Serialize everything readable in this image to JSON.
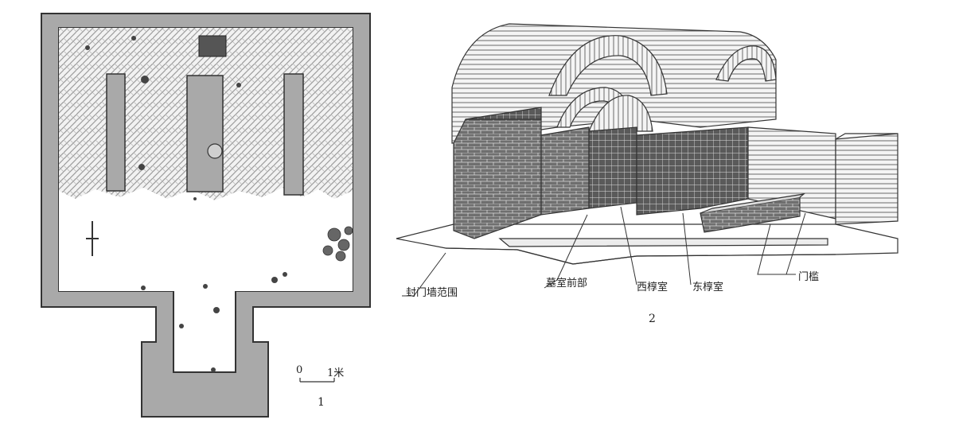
{
  "plan": {
    "figure_number": "1",
    "scale_bar": {
      "zero": "0",
      "end": "1米"
    }
  },
  "section": {
    "figure_number": "2",
    "labels": [
      {
        "id": "seal-wall",
        "text": "封门墙范围"
      },
      {
        "id": "front",
        "text": "墓室前部"
      },
      {
        "id": "west",
        "text": "西椁室"
      },
      {
        "id": "east",
        "text": "东椁室"
      },
      {
        "id": "door",
        "text": "门槛"
      }
    ]
  },
  "colors": {
    "wall_fill": "#a9a9a9",
    "wall_stroke": "#333333",
    "line": "#333333",
    "brick": "#7a7a7a"
  }
}
